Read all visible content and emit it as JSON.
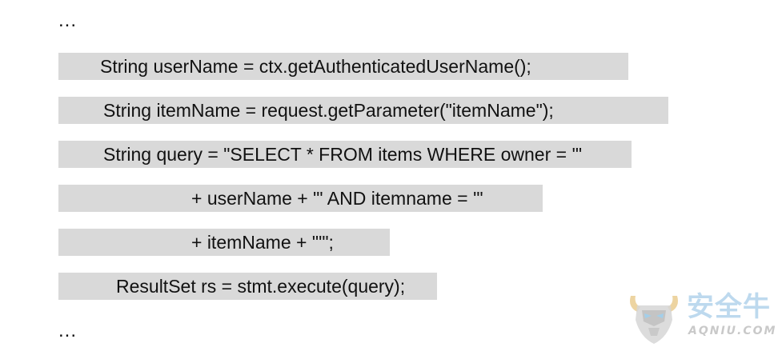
{
  "ellipsis_top": "...",
  "lines": [
    "String userName = ctx.getAuthenticatedUserName();",
    "String itemName = request.getParameter(\"itemName\");",
    "String query = \"SELECT * FROM items WHERE owner = '\"",
    "+ userName + \"' AND itemname = '\"",
    "+ itemName + \"'\";",
    "ResultSet rs = stmt.execute(query);"
  ],
  "ellipsis_bottom": "...",
  "watermark": {
    "cn_text": "安全牛",
    "en_text": "AQNIU.COM",
    "icon": "bull-head-logo-icon"
  }
}
